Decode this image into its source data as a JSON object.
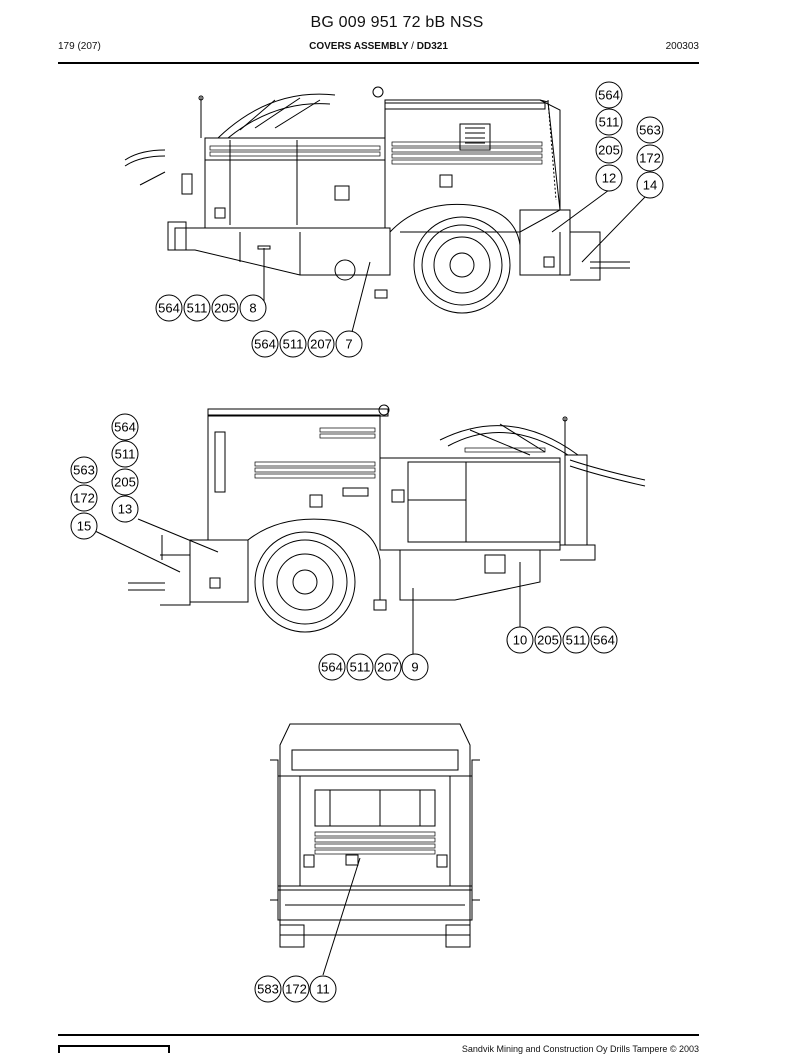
{
  "header": {
    "title": "BG 009 951 72 bB NSS",
    "page": "179 (207)",
    "section": "COVERS ASSEMBLY",
    "separator": " / ",
    "model": "DD321",
    "date": "200303"
  },
  "footer": {
    "copyright": "Sandvik Mining and Construction Oy Drills Tampere © 2003"
  },
  "colors": {
    "line": "#000000",
    "background": "#ffffff"
  },
  "callouts": {
    "side_view": [
      "564",
      "511",
      "205",
      "8",
      "564",
      "511",
      "207",
      "7",
      "564",
      "511",
      "563",
      "205",
      "172",
      "12",
      "14"
    ],
    "other_side_view": [
      "564",
      "511",
      "563",
      "205",
      "172",
      "13",
      "15",
      "564",
      "511",
      "207",
      "9",
      "10",
      "205",
      "511",
      "564"
    ],
    "rear_view": [
      "583",
      "172",
      "11"
    ]
  }
}
